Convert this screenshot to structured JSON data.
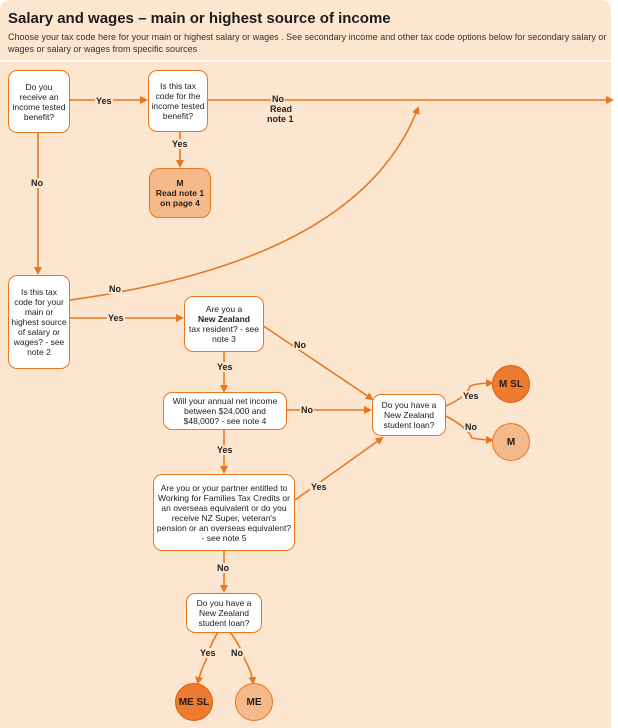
{
  "header": {
    "title": "Salary and wages – main or highest source of income",
    "subtitle": "Choose your tax code here for your main or highest salary or wages . See secondary income and other tax code options below for secondary salary or wages or salary or wages from specific sources"
  },
  "nodes": {
    "q1": "Do you receive an income tested benefit?",
    "q2": "Is this tax code for the income tested benefit?",
    "q3": "Is this tax code for your main or highest source of salary or wages? - see note 2",
    "q4_pre": "Are you a",
    "q4_bold": "New Zealand",
    "q4_post": "tax resident? - see note 3",
    "q5": "Will your annual net income between $24,000 and $48,000? - see note 4",
    "q6": "Are you or your partner entitled to Working for Families Tax Credits or an overseas equivalent or do you receive NZ Super, veteran's pension or an overseas equivalent? - see note 5",
    "q7": "Do you have a New Zealand student loan?",
    "q8": "Do you have a New Zealand student loan?"
  },
  "results": {
    "m_box_code": "M",
    "m_box_note": "Read note 1 on page 4",
    "msl": "M SL",
    "m": "M",
    "mesl": "ME SL",
    "me": "ME"
  },
  "labels": {
    "yes": "Yes",
    "no": "No",
    "read": "Read",
    "note1": "note 1"
  },
  "colors": {
    "accent": "#e87722",
    "panel": "#fde6cf",
    "result_dark": "#ef7b2e",
    "result_light": "#f5b88a"
  }
}
